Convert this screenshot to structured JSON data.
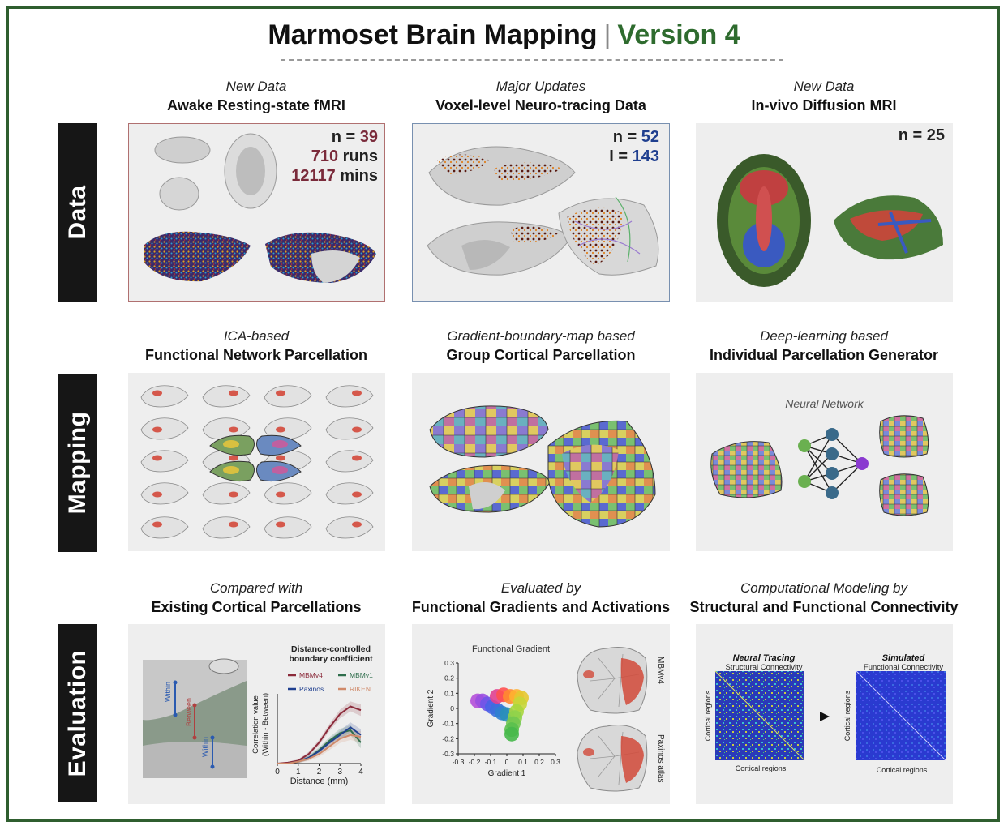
{
  "title": {
    "main": "Marmoset Brain Mapping",
    "separator": "|",
    "version": "Version 4"
  },
  "rows": {
    "data": "Data",
    "mapping": "Mapping",
    "evaluation": "Evaluation"
  },
  "data_row": [
    {
      "italic": "New Data",
      "bold": "Awake Resting-state fMRI",
      "stats": [
        {
          "prefix": "n = ",
          "value": "39"
        },
        {
          "prefix": "",
          "value": "710",
          "suffix": " runs"
        },
        {
          "prefix": "",
          "value": "12117",
          "suffix": " mins"
        }
      ]
    },
    {
      "italic": "Major Updates",
      "bold": "Voxel-level Neuro-tracing Data",
      "stats": [
        {
          "prefix": "n = ",
          "value": "52"
        },
        {
          "prefix": "I = ",
          "value": "143"
        }
      ]
    },
    {
      "italic": "New Data",
      "bold": "In-vivo Diffusion MRI",
      "stats": [
        {
          "prefix": "n = ",
          "value": "25"
        }
      ]
    }
  ],
  "mapping_row": [
    {
      "italic": "ICA-based",
      "bold": "Functional Network Parcellation"
    },
    {
      "italic": "Gradient-boundary-map based",
      "bold": "Group Cortical Parcellation"
    },
    {
      "italic": "Deep-learning based",
      "bold": "Individual Parcellation Generator",
      "network_label": "Neural Network"
    }
  ],
  "evaluation_row": [
    {
      "italic": "Compared with",
      "bold": "Existing Cortical Parcellations",
      "inset_labels": {
        "within": "Within",
        "between": "Between"
      }
    },
    {
      "italic": "Evaluated by",
      "bold": "Functional Gradients and Activations"
    },
    {
      "italic": "Computational Modeling by",
      "bold": "Structural and Functional Connectivity",
      "left_matrix": {
        "title": "Neural Tracing",
        "subtitle": "Structural Connectivity",
        "xlabel": "Cortical regions",
        "ylabel": "Cortical regions"
      },
      "right_matrix": {
        "title": "Simulated",
        "subtitle": "Functional Connectivity",
        "xlabel": "Cortical regions",
        "ylabel": "Cortical regions"
      }
    }
  ],
  "chart_data": [
    {
      "type": "line",
      "title": "Distance-controlled boundary coefficient",
      "xlabel": "Distance (mm)",
      "ylabel": "Correlation value (Within - Between)",
      "xlim": [
        0,
        4
      ],
      "x_ticks": [
        "0",
        "1",
        "2",
        "3",
        "4"
      ],
      "x": [
        0,
        0.5,
        1,
        1.5,
        2,
        2.5,
        3,
        3.5,
        4
      ],
      "series": [
        {
          "name": "MBMv4",
          "color": "#8b2a3a",
          "values": [
            0.0,
            0.01,
            0.03,
            0.1,
            0.22,
            0.38,
            0.52,
            0.6,
            0.56
          ]
        },
        {
          "name": "MBMv1",
          "color": "#2f6e4c",
          "values": [
            0.0,
            0.0,
            0.02,
            0.06,
            0.14,
            0.24,
            0.32,
            0.35,
            0.22
          ]
        },
        {
          "name": "Paxinos",
          "color": "#1f3f8f",
          "values": [
            0.0,
            0.0,
            0.02,
            0.06,
            0.13,
            0.22,
            0.3,
            0.38,
            0.3
          ]
        },
        {
          "name": "RIKEN",
          "color": "#d08a6a",
          "values": [
            0.0,
            0.0,
            0.02,
            0.05,
            0.1,
            0.18,
            0.26,
            0.3,
            0.28
          ]
        }
      ],
      "ylim": [
        0,
        0.8
      ],
      "legend_position": "top"
    },
    {
      "type": "scatter",
      "title": "Functional Gradient",
      "xlabel": "Gradient 1",
      "ylabel": "Gradient 2",
      "xlim": [
        -0.3,
        0.3
      ],
      "ylim": [
        -0.3,
        0.3
      ],
      "x_ticks": [
        "-0.3",
        "-0.2",
        "-0.1",
        "0",
        "0.1",
        "0.2",
        "0.3"
      ],
      "y_ticks": [
        "-0.3",
        "-0.2",
        "-0.1",
        "0",
        "0.1",
        "0.2",
        "0.3"
      ],
      "points": [
        {
          "x": -0.18,
          "y": 0.05,
          "color": "#b44fd8"
        },
        {
          "x": -0.15,
          "y": 0.05,
          "color": "#9a4fe0"
        },
        {
          "x": -0.12,
          "y": 0.03,
          "color": "#6f55e8"
        },
        {
          "x": -0.09,
          "y": 0.01,
          "color": "#4a62e6"
        },
        {
          "x": -0.06,
          "y": -0.01,
          "color": "#3a6fdc"
        },
        {
          "x": -0.03,
          "y": -0.03,
          "color": "#2f7fd0"
        },
        {
          "x": 0.0,
          "y": -0.04,
          "color": "#2a8fb8"
        },
        {
          "x": -0.06,
          "y": 0.08,
          "color": "#e04090"
        },
        {
          "x": -0.02,
          "y": 0.09,
          "color": "#ff5050"
        },
        {
          "x": 0.02,
          "y": 0.08,
          "color": "#ff8a30"
        },
        {
          "x": 0.06,
          "y": 0.08,
          "color": "#ffb030"
        },
        {
          "x": 0.09,
          "y": 0.07,
          "color": "#e6c830"
        },
        {
          "x": 0.08,
          "y": 0.03,
          "color": "#c6d63a"
        },
        {
          "x": 0.06,
          "y": -0.02,
          "color": "#a8d63e"
        },
        {
          "x": 0.05,
          "y": -0.06,
          "color": "#8fd24a"
        },
        {
          "x": 0.04,
          "y": -0.1,
          "color": "#72c850"
        },
        {
          "x": 0.03,
          "y": -0.14,
          "color": "#5ac04e"
        },
        {
          "x": 0.03,
          "y": -0.17,
          "color": "#46b84a"
        }
      ],
      "map_labels": [
        "MBMv4",
        "Paxinos atlas"
      ]
    }
  ]
}
